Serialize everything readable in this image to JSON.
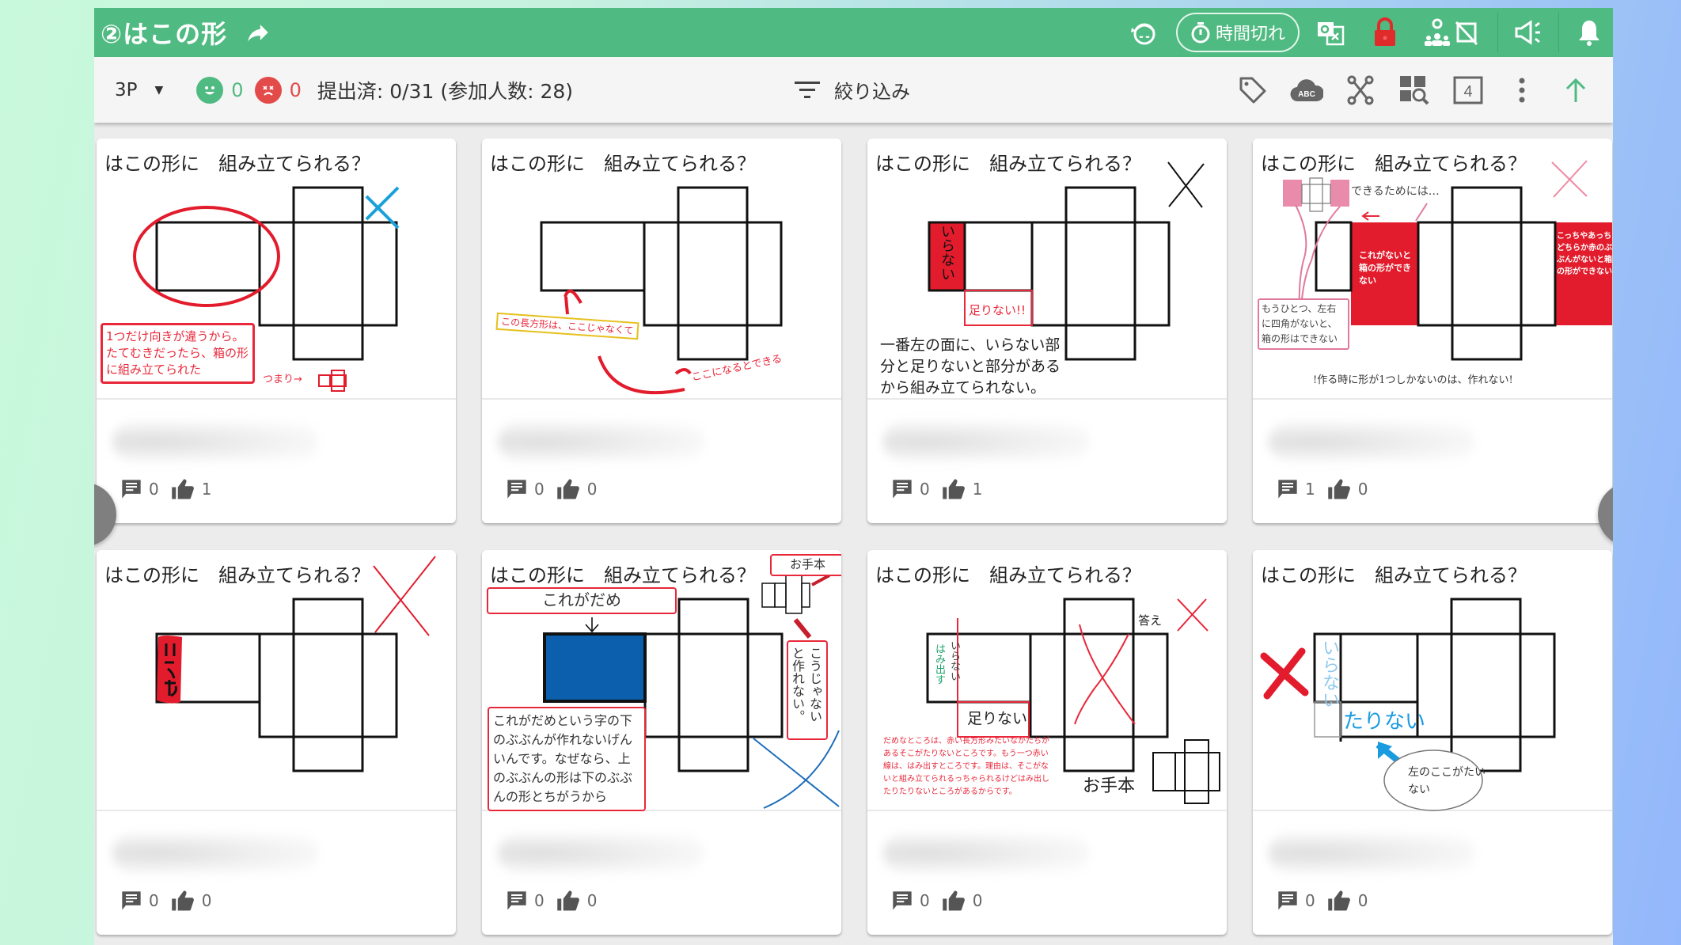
{
  "header": {
    "title": "②はこの形",
    "timeout_label": "時間切れ",
    "icons": [
      "share-icon",
      "student-view-icon",
      "timer-icon",
      "answer-hide-icon",
      "lock-icon",
      "students-hide-icon",
      "announce-icon",
      "bell-icon"
    ],
    "colors": {
      "bar": "#4fba81",
      "lock": "#e02b2b"
    }
  },
  "toolbar": {
    "class_value": "3P",
    "good_count": "0",
    "bad_count": "0",
    "submitted_text": "提出済: 0/31 (参加人数: 28)",
    "filter_label": "絞り込み",
    "page_number": "4",
    "tools": [
      "tag-icon",
      "abc-cloud-icon",
      "share-network-icon",
      "grid-search-icon",
      "page-number-icon",
      "more-vert-icon",
      "arrow-up-icon"
    ]
  },
  "cards": [
    {
      "question": "はこの形に　組み立てられる？",
      "annotations": {
        "explain": "1つだけ向きが違うから。たてむきだったら、箱の形に組み立てられた",
        "tsumari": "つまり→"
      },
      "comments": "0",
      "likes": "1"
    },
    {
      "question": "はこの形に　組み立てられる？",
      "annotations": {
        "label": "この長方形は、ここじゃなくて",
        "arrow_label": "ここになるとできる"
      },
      "comments": "0",
      "likes": "0"
    },
    {
      "question": "はこの形に　組み立てられる？",
      "annotations": {
        "iranai": "いらない",
        "tarinai": "足りない!!",
        "explain": "一番左の面に、いらない部分と足りないと部分があるから組み立てられない。"
      },
      "comments": "0",
      "likes": "1"
    },
    {
      "question": "はこの形に　組み立てられる？",
      "annotations": {
        "dekiru": "できるためには…",
        "center_red": "これがないと箱の形ができない",
        "right_red": "こっちやあっちどちらか赤のぶぶんがないと箱の形ができない",
        "left_box": "もうひとつ、左右に四角がないと、箱の形はできない",
        "bottom": "!作る時に形が1つしかないのは、作れない!"
      },
      "comments": "1",
      "likes": "0"
    },
    {
      "question": "はこの形に　組み立てられる？",
      "annotations": {
        "scribble": "いらない"
      },
      "comments": "0",
      "likes": "0"
    },
    {
      "question": "はこの形に　組み立てられる？",
      "annotations": {
        "kore": "これがだめ",
        "otehon": "お手本",
        "side": "こうじゃないと作れない。",
        "explain": "これがだめという字の下のぶぶんが作れないげんいんです。なぜなら、上のぶぶんの形は下のぶぶんの形とちがうから"
      },
      "comments": "0",
      "likes": "0"
    },
    {
      "question": "はこの形に　組み立てられる？",
      "annotations": {
        "hamidasu": "はみ出す",
        "iranai": "いらない",
        "tarinai": "足りない",
        "kotae": "答え",
        "otehon": "お手本",
        "explain": "だめなところは、赤い長方形みたいなかたちがあるそこがたりないところです。もう一つ赤い線は、はみ出すところです。理由は、そこがないと組み立てられるっちゃられるけどはみ出したりたりないところがあるからです。"
      },
      "comments": "0",
      "likes": "0"
    },
    {
      "question": "はこの形に　組み立てられる？",
      "annotations": {
        "iranai": "いらない",
        "tarinai": "たりない",
        "bubble": "左のここがたいない"
      },
      "comments": "0",
      "likes": "0"
    }
  ]
}
